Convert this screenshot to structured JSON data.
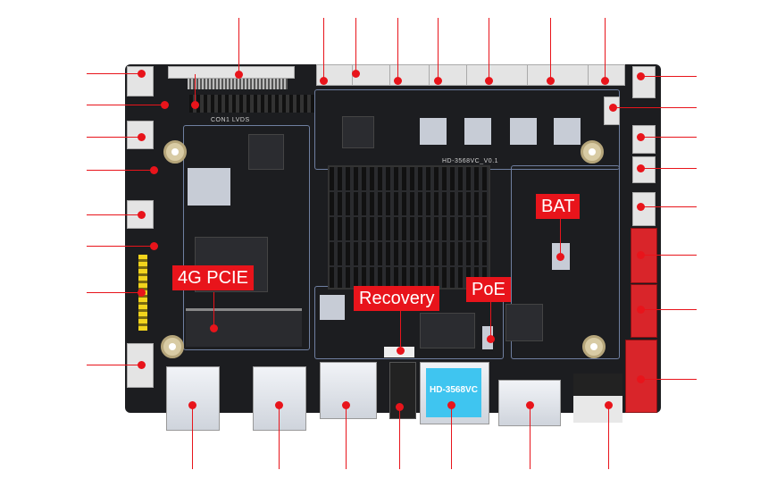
{
  "board": {
    "model_silkscreen": "HD-3568VC_V0.1",
    "lvds_silkscreen": "CON1  LVDS",
    "ethernet_label": "HD-3568VC",
    "colors": {
      "pcb": "#1c1d20",
      "callout": "#e8141b",
      "label_text": "#ffffff",
      "ethernet_jack": "#3fc5f0",
      "red_connector": "#d9252a"
    }
  },
  "callouts": {
    "pcie": "4G PCIE",
    "recovery": "Recovery",
    "poe": "PoE",
    "bat": "BAT"
  }
}
